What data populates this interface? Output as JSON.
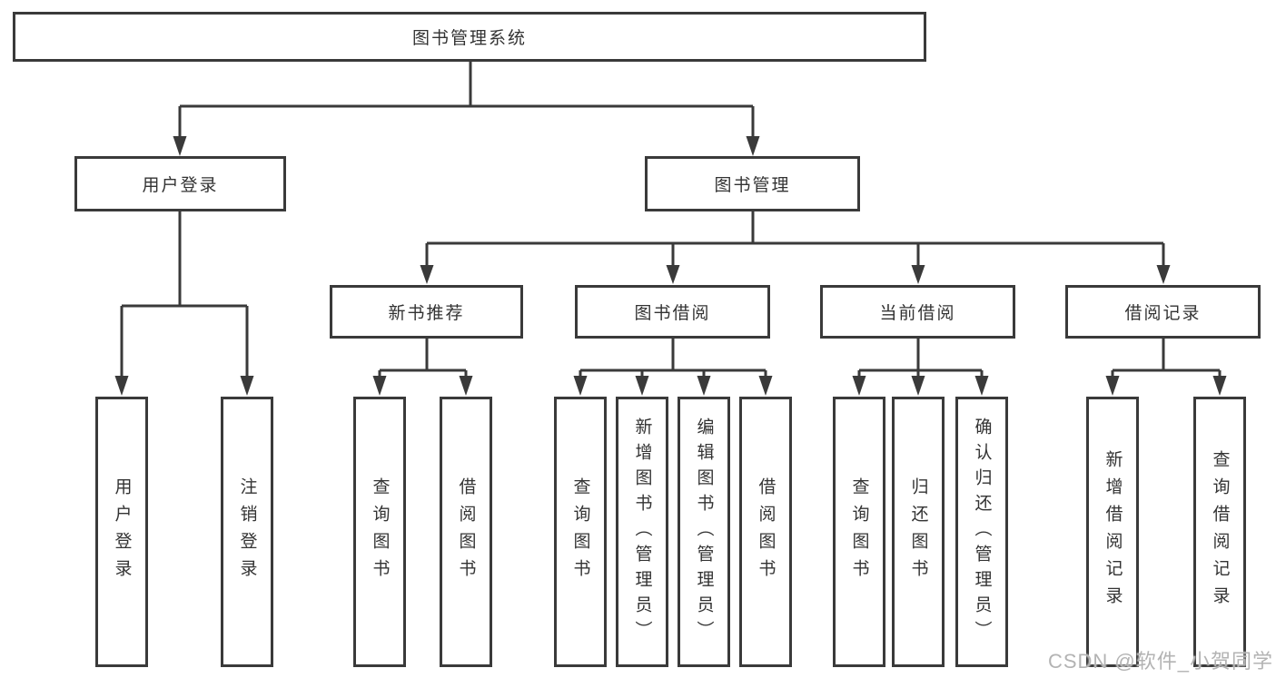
{
  "diagram": {
    "type": "hierarchy-tree",
    "colors": {
      "line": "#3a3a3a",
      "text": "#333333",
      "box_bg": "#ffffff",
      "watermark": "#b3b3b3"
    },
    "tree": {
      "root": {
        "label": "图书管理系统"
      },
      "branches": [
        {
          "label": "用户登录",
          "children": [
            {
              "label": "用户登录"
            },
            {
              "label": "注销登录"
            }
          ]
        },
        {
          "label": "图书管理",
          "children": [
            {
              "label": "新书推荐",
              "children": [
                {
                  "label": "查询图书"
                },
                {
                  "label": "借阅图书"
                }
              ]
            },
            {
              "label": "图书借阅",
              "children": [
                {
                  "label": "查询图书"
                },
                {
                  "label": "新增图书（管理员）"
                },
                {
                  "label": "编辑图书（管理员）"
                },
                {
                  "label": "借阅图书"
                }
              ]
            },
            {
              "label": "当前借阅",
              "children": [
                {
                  "label": "查询图书"
                },
                {
                  "label": "归还图书"
                },
                {
                  "label": "确认归还（管理员）"
                }
              ]
            },
            {
              "label": "借阅记录",
              "children": [
                {
                  "label": "新增借阅记录"
                },
                {
                  "label": "查询借阅记录"
                }
              ]
            }
          ]
        }
      ]
    },
    "watermark": {
      "text": "CSDN @软件_小贺同学"
    }
  }
}
